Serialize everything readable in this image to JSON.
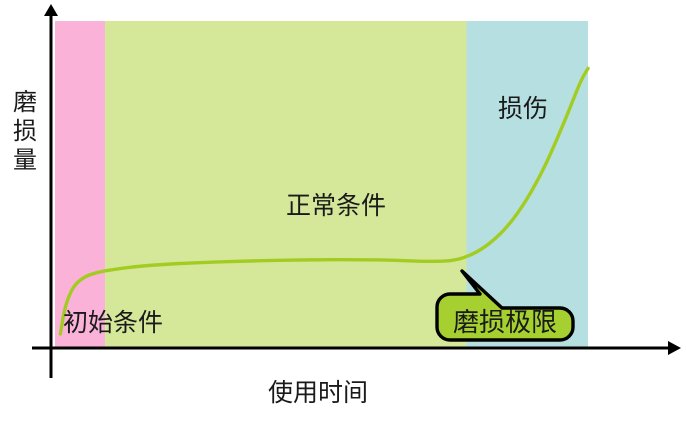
{
  "chart_data": {
    "type": "line",
    "title": "",
    "xlabel": "使用时间",
    "ylabel": "磨损量",
    "grid": false,
    "legend_position": "none",
    "axis_style": "arrow-axes-no-ticks",
    "xlim": [
      0,
      1
    ],
    "ylim": [
      0,
      1
    ],
    "series": [
      {
        "name": "磨损量曲线",
        "color": "#a3cc22",
        "x": [
          0.01,
          0.02,
          0.035,
          0.055,
          0.08,
          0.11,
          0.16,
          0.23,
          0.32,
          0.42,
          0.52,
          0.62,
          0.7,
          0.745,
          0.78,
          0.815,
          0.85,
          0.885,
          0.92,
          0.955,
          0.985,
          1.0
        ],
        "y": [
          0.043,
          0.128,
          0.186,
          0.216,
          0.231,
          0.24,
          0.25,
          0.258,
          0.264,
          0.268,
          0.27,
          0.269,
          0.265,
          0.268,
          0.285,
          0.32,
          0.375,
          0.455,
          0.56,
          0.69,
          0.81,
          0.855
        ]
      }
    ],
    "regions": [
      {
        "key": "initial",
        "label": "初始条件",
        "color": "#fbb2d9",
        "x_start": 0.0,
        "x_end": 0.094,
        "label_x": 0.105,
        "label_y": 0.065
      },
      {
        "key": "normal",
        "label": "正常条件",
        "color": "#d5e89a",
        "x_start": 0.094,
        "x_end": 0.772,
        "label_x": 0.533,
        "label_y": 0.438
      },
      {
        "key": "damage",
        "label": "损伤",
        "color": "#b5dfe0",
        "x_start": 0.772,
        "x_end": 1.0,
        "label_x": 0.883,
        "label_y": 0.738
      }
    ],
    "annotations": [
      {
        "key": "wear-limit",
        "label": "磨损极限",
        "fill": "#a5d030",
        "stroke": "#000000",
        "text_color": "#1a1a1a",
        "pointer_x": 0.772,
        "pointer_y": 0.207
      }
    ]
  },
  "labels": {
    "y_axis": "磨损量",
    "y_axis_chars": [
      "磨",
      "损",
      "量"
    ],
    "x_axis": "使用时间",
    "region_initial": "初始条件",
    "region_normal": "正常条件",
    "region_damage": "损伤",
    "callout_wear_limit": "磨损极限"
  },
  "colors": {
    "initial_region": "#fbb2d9",
    "normal_region": "#d5e89a",
    "damage_region": "#b5dfe0",
    "curve": "#a3cc22",
    "callout_fill": "#a5d030",
    "axis": "#000000",
    "text": "#1a1a1a",
    "background": "#ffffff"
  }
}
